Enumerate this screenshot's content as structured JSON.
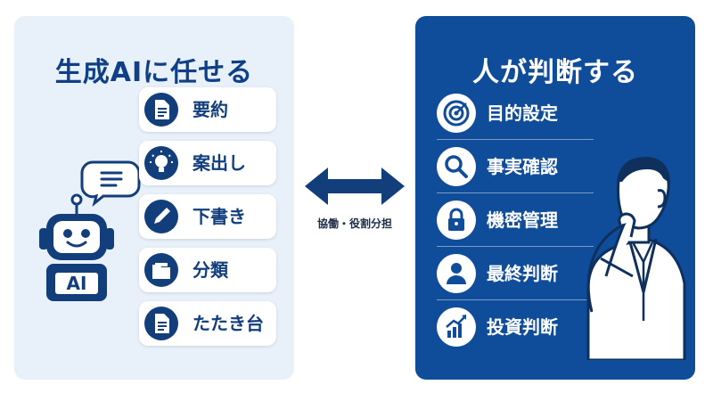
{
  "colors": {
    "navy": "#123e7c",
    "panel_right": "#0f4c9a",
    "panel_left": "#e8f0fa"
  },
  "left_panel": {
    "title": "生成AIに任せる",
    "robot_label": "AI",
    "tasks": [
      {
        "label": "要約",
        "icon": "document-icon"
      },
      {
        "label": "案出し",
        "icon": "lightbulb-icon"
      },
      {
        "label": "下書き",
        "icon": "pencil-icon"
      },
      {
        "label": "分類",
        "icon": "folder-icon"
      },
      {
        "label": "たたき台",
        "icon": "document-icon"
      }
    ]
  },
  "center": {
    "caption": "協働・役割分担",
    "icon": "double-arrow-icon"
  },
  "right_panel": {
    "title": "人が判断する",
    "responsibilities": [
      {
        "label": "目的設定",
        "icon": "target-icon"
      },
      {
        "label": "事実確認",
        "icon": "magnifier-icon"
      },
      {
        "label": "機密管理",
        "icon": "lock-icon"
      },
      {
        "label": "最終判断",
        "icon": "person-icon"
      },
      {
        "label": "投資判断",
        "icon": "growth-chart-icon"
      }
    ]
  }
}
